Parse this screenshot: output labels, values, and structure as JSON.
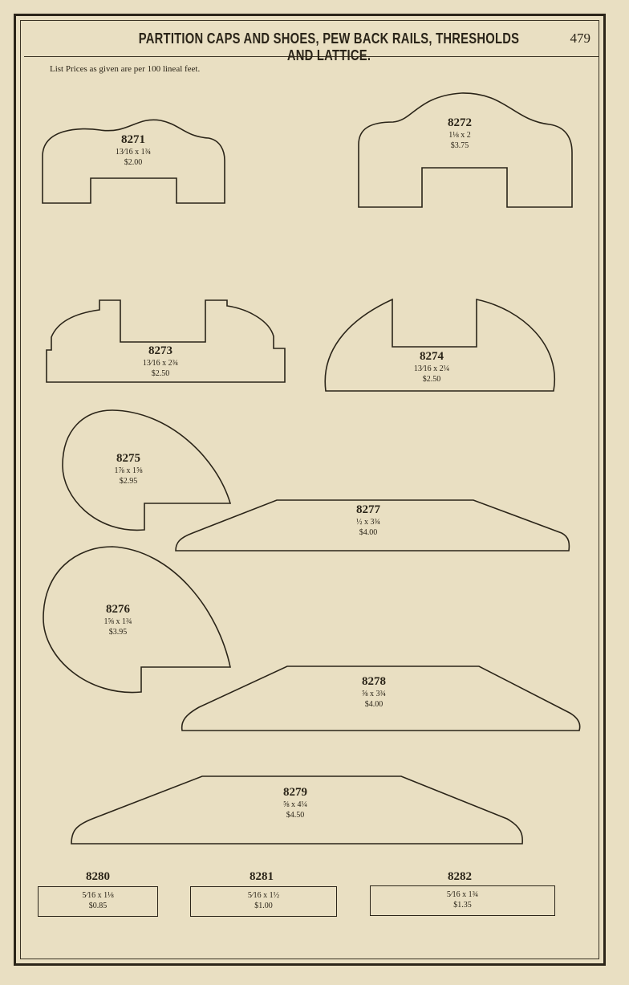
{
  "header": {
    "title": "PARTITION CAPS AND SHOES, PEW BACK RAILS, THRESHOLDS AND LATTICE.",
    "page_number": "479"
  },
  "intro": "List Prices as given are per 100 lineal feet.",
  "profiles": [
    {
      "number": "8271",
      "size": "13⁄16 x 1¾",
      "price": "$2.00"
    },
    {
      "number": "8272",
      "size": "1⅛ x 2",
      "price": "$3.75"
    },
    {
      "number": "8273",
      "size": "13⁄16 x 2¾",
      "price": "$2.50"
    },
    {
      "number": "8274",
      "size": "13⁄16 x 2¼",
      "price": "$2.50"
    },
    {
      "number": "8275",
      "size": "1⅞ x 1⅝",
      "price": "$2.95"
    },
    {
      "number": "8276",
      "size": "1⅝ x 1¾",
      "price": "$3.95"
    },
    {
      "number": "8277",
      "size": "½ x 3¾",
      "price": "$4.00"
    },
    {
      "number": "8278",
      "size": "⅝ x 3¾",
      "price": "$4.00"
    },
    {
      "number": "8279",
      "size": "⅝ x 4¼",
      "price": "$4.50"
    },
    {
      "number": "8280",
      "size": "5⁄16 x 1⅛",
      "price": "$0.85"
    },
    {
      "number": "8281",
      "size": "5⁄16 x 1½",
      "price": "$1.00"
    },
    {
      "number": "8282",
      "size": "5⁄16 x 1¾",
      "price": "$1.35"
    }
  ]
}
